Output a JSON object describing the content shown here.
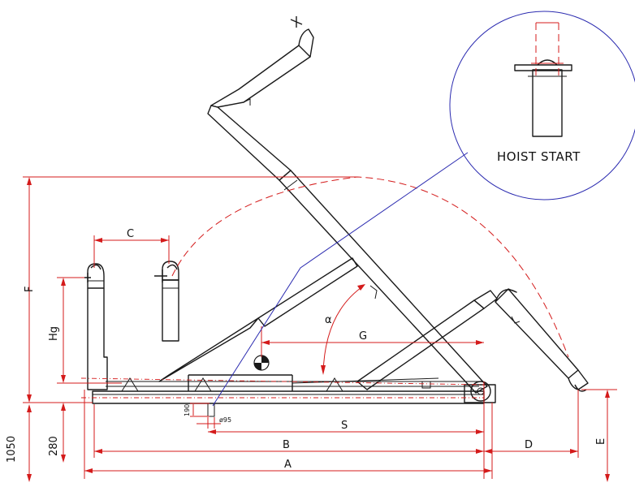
{
  "labels": {
    "F": "F",
    "Hg": "Hg",
    "C": "C",
    "G": "G",
    "alpha": "α",
    "S": "S",
    "B": "B",
    "A": "A",
    "D": "D",
    "E": "E",
    "dim_1050": "1050",
    "dim_280": "280",
    "dim_190": "190",
    "dia_95": "ø95",
    "hoist_start": "HOIST START"
  },
  "colors": {
    "line": "#1a1a1a",
    "dimension": "#d41b1b",
    "detail_circle": "#2b2bb0"
  }
}
